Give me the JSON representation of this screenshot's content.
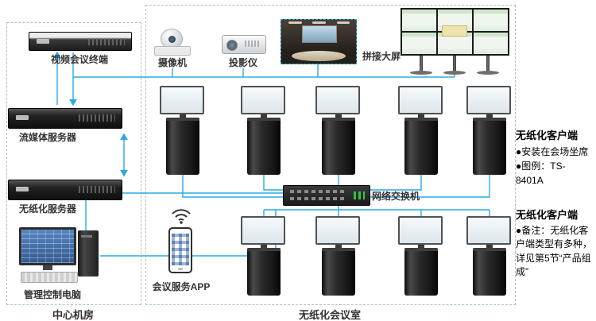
{
  "accent": "#29abe2",
  "zones": {
    "machine_room": "中心机房",
    "conference_room": "无纸化会议室"
  },
  "devices": {
    "video_terminal": "视频会议终端",
    "camera": "摄像机",
    "projector": "投影仪",
    "wall_label": "拼接大屏",
    "stream_server": "流媒体服务器",
    "paperless_server": "无纸化服务器",
    "mgmt_pc": "管理控制电脑",
    "switch": "网络交换机",
    "app": "会议服务APP"
  },
  "notes": {
    "seat_client_title": "无纸化客户端",
    "seat_client_b1": "●安装在会场坐席",
    "seat_client_b2": "●图例：TS-8401A",
    "type_client_title": "无纸化客户端",
    "type_client_note": "●备注：无纸化客户端类型有多种，详见第5节“产品组成”"
  }
}
